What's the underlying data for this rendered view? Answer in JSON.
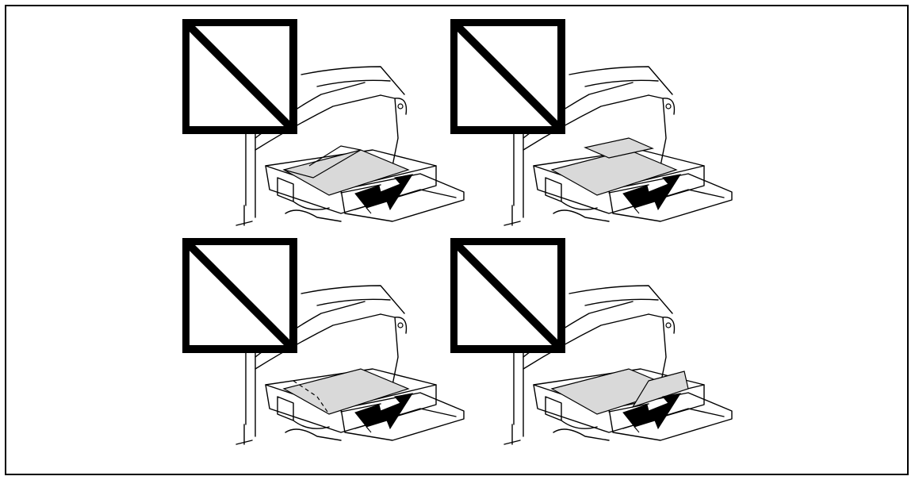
{
  "figure": {
    "panels": [
      {
        "label": "envelope-flap-open-left-prohibited",
        "flap": "open-left"
      },
      {
        "label": "envelope-flap-up-prohibited",
        "flap": "top"
      },
      {
        "label": "envelope-flap-dashed-left-prohibited",
        "flap": "dashed-left"
      },
      {
        "label": "envelope-flap-open-right-prohibited",
        "flap": "open-right"
      }
    ],
    "colors": {
      "line": "#000000",
      "envelope": "#d9d9d9",
      "background": "#ffffff"
    },
    "icon": "prohibited-sign-icon"
  }
}
